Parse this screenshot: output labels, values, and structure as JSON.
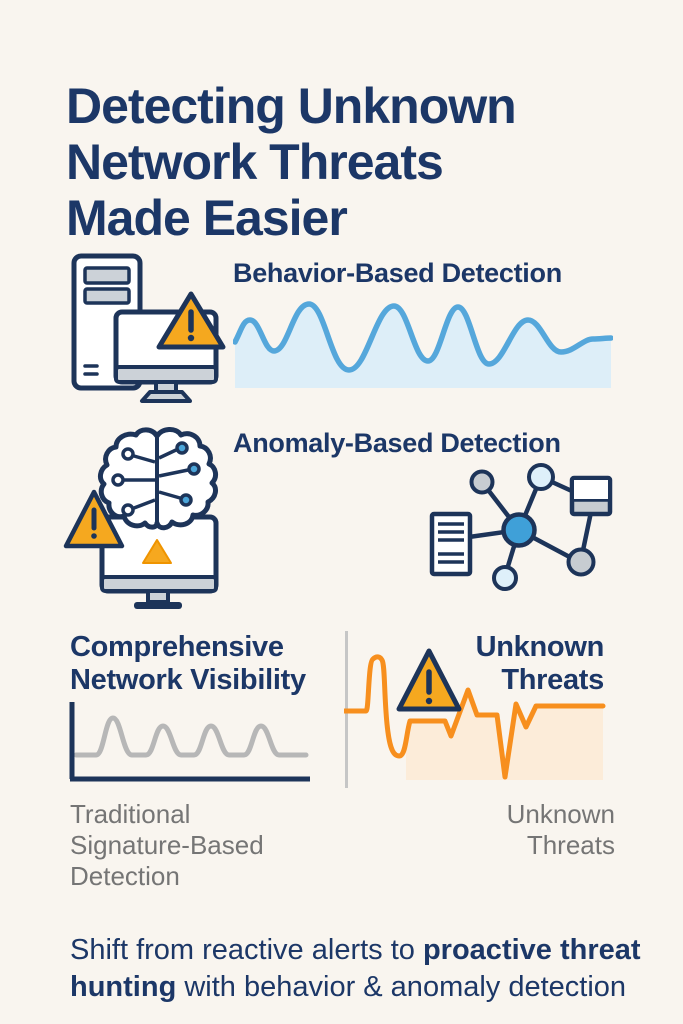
{
  "title": "Detecting Unknown\nNetwork Threats\nMade Easier",
  "sections": {
    "behavior": {
      "heading": "Behavior-Based Detection",
      "icon": "computer-tower-monitor-alert-icon"
    },
    "anomaly": {
      "heading": "Anomaly-Based Detection",
      "icon_left": "ai-brain-monitor-alert-icon",
      "icon_right": "network-graph-icon"
    },
    "comparison": {
      "left": {
        "heading": "Comprehensive\nNetwork Visibility",
        "caption": "Traditional\nSignature-Based\nDetection",
        "chart": "gray-baseline-wave-chart"
      },
      "right": {
        "heading": "Unknown\nThreats",
        "caption": "Unknown\nThreats",
        "chart": "orange-anomaly-spike-chart",
        "icon": "warning-triangle-icon"
      }
    }
  },
  "footer": {
    "text_prefix": "Shift from reactive alerts to ",
    "text_bold": "proactive threat hunting",
    "text_suffix": " with behavior & anomaly detection"
  },
  "colors": {
    "background": "#f9f5ef",
    "navy_text": "#1c3767",
    "icon_outline_navy": "#1d3459",
    "blue_wave_line": "#55a7db",
    "blue_wave_fill": "#ddeef8",
    "brain_blue": "#4ba5d9",
    "node_light_blue": "#def0fa",
    "warning_orange": "#f5a81f",
    "anomaly_orange_line": "#f78f1e",
    "anomaly_orange_fill": "#fcecd9",
    "gray_chart_line": "#b7b7b7",
    "gray_caption_text": "#757575",
    "icon_gray_fill": "#ccd2d8",
    "divider_gray": "#c6c6c6"
  },
  "chart_data": [
    {
      "type": "area",
      "title": "Behavior-Based Detection",
      "description": "Smooth oscillating behavior baseline wave, no axes or tick labels",
      "x": [
        0,
        1,
        2,
        3,
        4,
        5,
        6,
        7,
        8,
        9,
        10,
        11
      ],
      "y_normalized": [
        0.49,
        0.72,
        0.39,
        0.89,
        0.19,
        0.87,
        0.29,
        0.86,
        0.25,
        0.72,
        0.38,
        0.53
      ],
      "line_color": "#55a7db",
      "fill_color": "#ddeef8",
      "legend": "none",
      "grid": false
    },
    {
      "type": "line",
      "title": "Comprehensive Network Visibility (Traditional Signature-Based Detection)",
      "description": "Flat gray baseline with four regular small bumps over navy L-shaped axes",
      "x": [
        0,
        1,
        2,
        3,
        4,
        5,
        6,
        7,
        8,
        9
      ],
      "y_normalized": [
        0.3,
        0.3,
        0.78,
        0.3,
        0.65,
        0.3,
        0.65,
        0.3,
        0.65,
        0.3
      ],
      "line_color": "#b7b7b7",
      "grid": false
    },
    {
      "type": "area",
      "title": "Unknown Threats",
      "description": "Orange anomaly trace: flat baseline, sharp spike up, deep dip, jagged recovery with deep V drop, ending in flat plateau; warning triangle overlay",
      "x": [
        0,
        1,
        2,
        3,
        4,
        5,
        6,
        7,
        8,
        9,
        10,
        11,
        12
      ],
      "y_normalized": [
        0.5,
        0.5,
        0.85,
        0.2,
        0.45,
        0.35,
        0.63,
        0.47,
        0.47,
        0.05,
        0.55,
        0.4,
        0.54
      ],
      "line_color": "#f78f1e",
      "fill_color": "#fcecd9",
      "grid": false
    }
  ]
}
